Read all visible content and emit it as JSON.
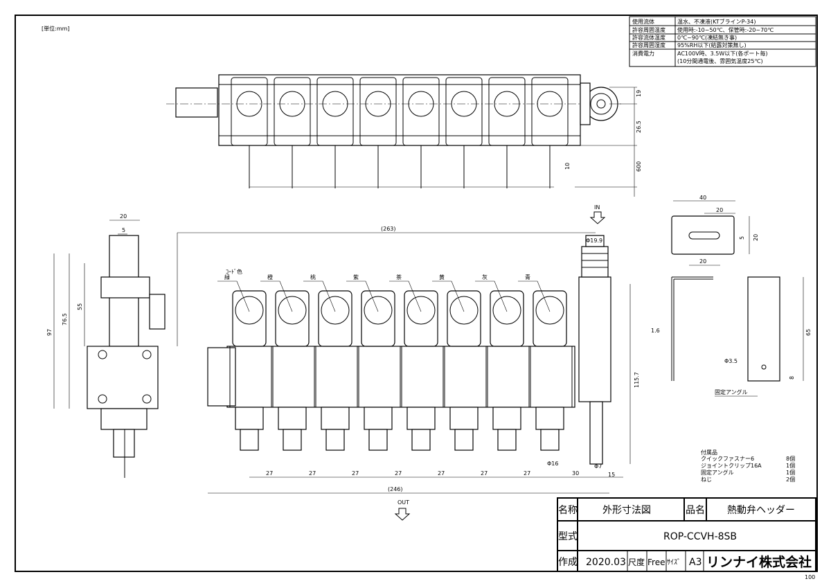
{
  "unit_label": "[単位:mm]",
  "spec_table": [
    {
      "label": "使用流体",
      "value": "温水、不凍液(KTブラインP-34)"
    },
    {
      "label": "許容周囲温度",
      "value": "使用時:-10~50℃、保管時:-20~70℃"
    },
    {
      "label": "許容流体温度",
      "value": "0℃~90℃(凍結無き事)"
    },
    {
      "label": "許容周囲湿度",
      "value": "95%RH以下(結露対策無し)"
    },
    {
      "label": "消費電力",
      "value": "AC100V時、3.5W以下(各ポート毎)",
      "value2": "(10分間通電後、雰囲気温度25℃)"
    }
  ],
  "dimensions": {
    "top_19": "19",
    "top_26_5": "26.5",
    "top_600": "600",
    "top_10": "10",
    "bracket_40": "40",
    "bracket_20a": "20",
    "bracket_5": "5",
    "bracket_20b": "20",
    "bracket_20c": "20",
    "bracket_1_6": "1.6",
    "bracket_65": "65",
    "bracket_hole": "Φ3.5",
    "bracket_8": "8",
    "side_20": "20",
    "side_5": "5",
    "side_97": "97",
    "side_76_5": "76.5",
    "side_55": "55",
    "front_263": "(263)",
    "front_phi19_9": "Φ19.9",
    "front_115_7": "115.7",
    "pitch": "27",
    "front_30": "30",
    "front_15": "15",
    "front_phi16": "Φ16",
    "front_phi7": "Φ7",
    "front_246": "(246)"
  },
  "flow": {
    "in": "IN",
    "out": "OUT"
  },
  "cord_color_title": "ｺｰﾄﾞ色",
  "cord_colors": [
    "緑",
    "橙",
    "桃",
    "紫",
    "茶",
    "黄",
    "灰",
    "青"
  ],
  "bracket_caption": "固定アングル",
  "accessories": {
    "title": "付属品",
    "items": [
      {
        "name": "クイックファスナー6",
        "qty": "8個"
      },
      {
        "name": "ジョイントクリップ16A",
        "qty": "1個"
      },
      {
        "name": "固定アングル",
        "qty": "1個"
      },
      {
        "name": "ねじ",
        "qty": "2個"
      }
    ]
  },
  "title_block": {
    "name_label": "名称",
    "name_value": "外形寸法図",
    "product_label": "品名",
    "product_value": "熱動弁ヘッダー",
    "model_label": "型式",
    "model_value": "ROP-CCVH-8SB",
    "created_label": "作成",
    "created_value": "2020.03",
    "scale_label": "尺度",
    "scale_value": "Free",
    "size_label": "ｻｲｽﾞ",
    "size_value": "A3",
    "company": "リンナイ株式会社"
  },
  "page_number": "100"
}
